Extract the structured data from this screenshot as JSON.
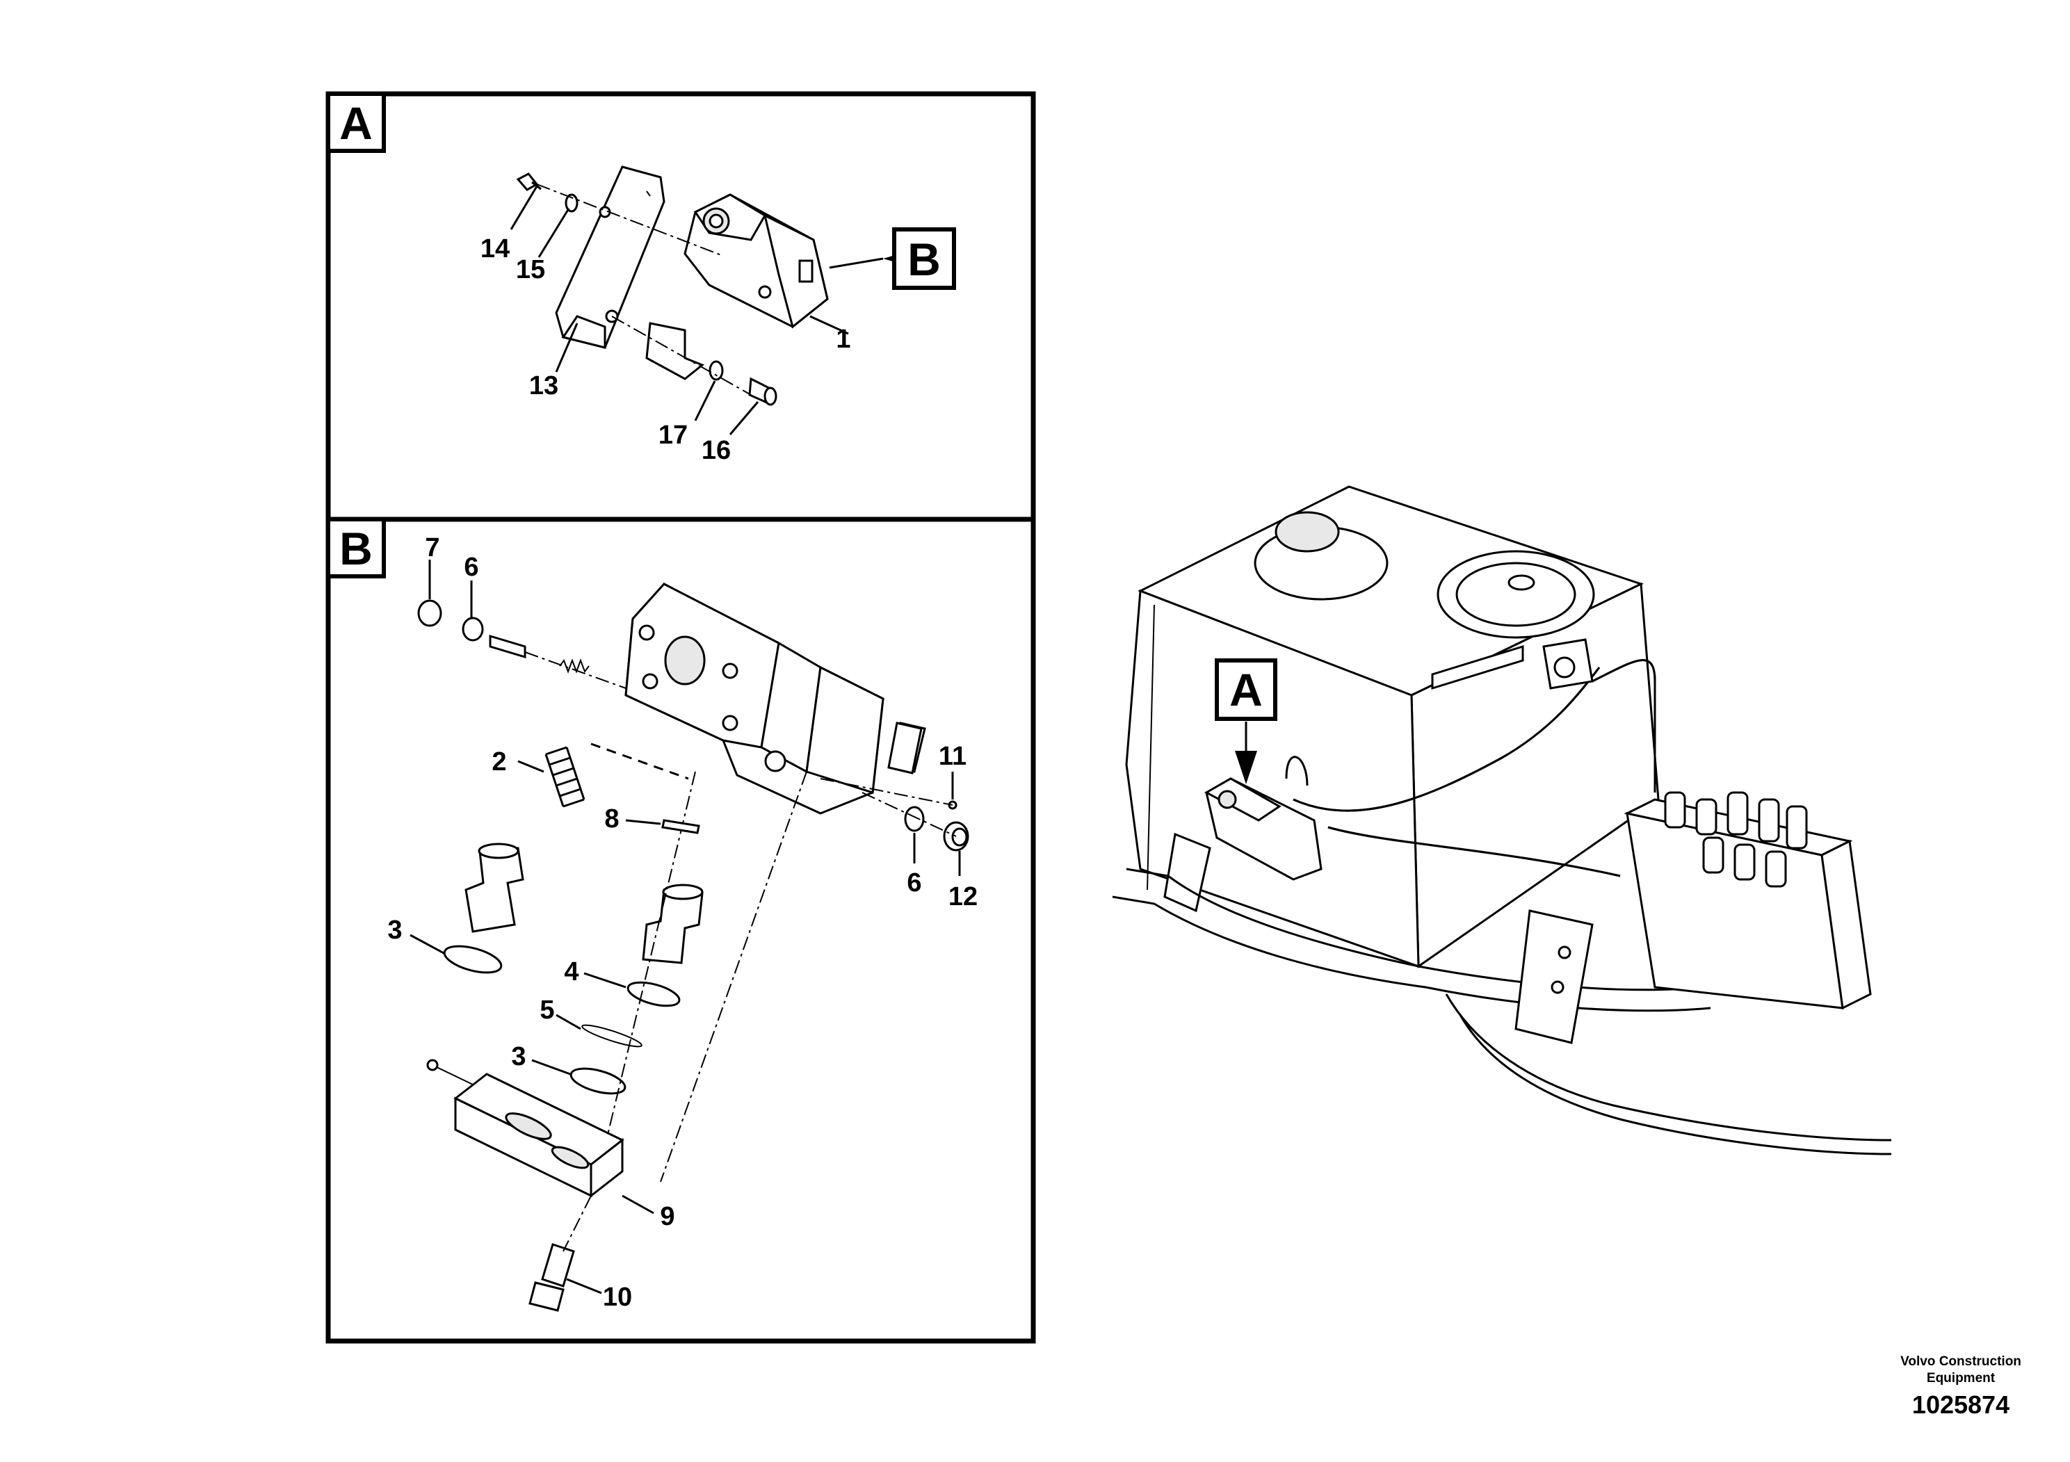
{
  "sections": {
    "a_label": "A",
    "b_label": "B"
  },
  "detail_refs": {
    "b_ref": "B",
    "a_ref": "A"
  },
  "callouts_a": [
    "14",
    "15",
    "1",
    "13",
    "17",
    "16"
  ],
  "callouts_b": [
    "7",
    "6",
    "2",
    "11",
    "8",
    "6",
    "12",
    "3",
    "4",
    "5",
    "3",
    "9",
    "10"
  ],
  "footer": {
    "brand_line1": "Volvo Construction",
    "brand_line2": "Equipment",
    "doc_number": "1025874"
  }
}
